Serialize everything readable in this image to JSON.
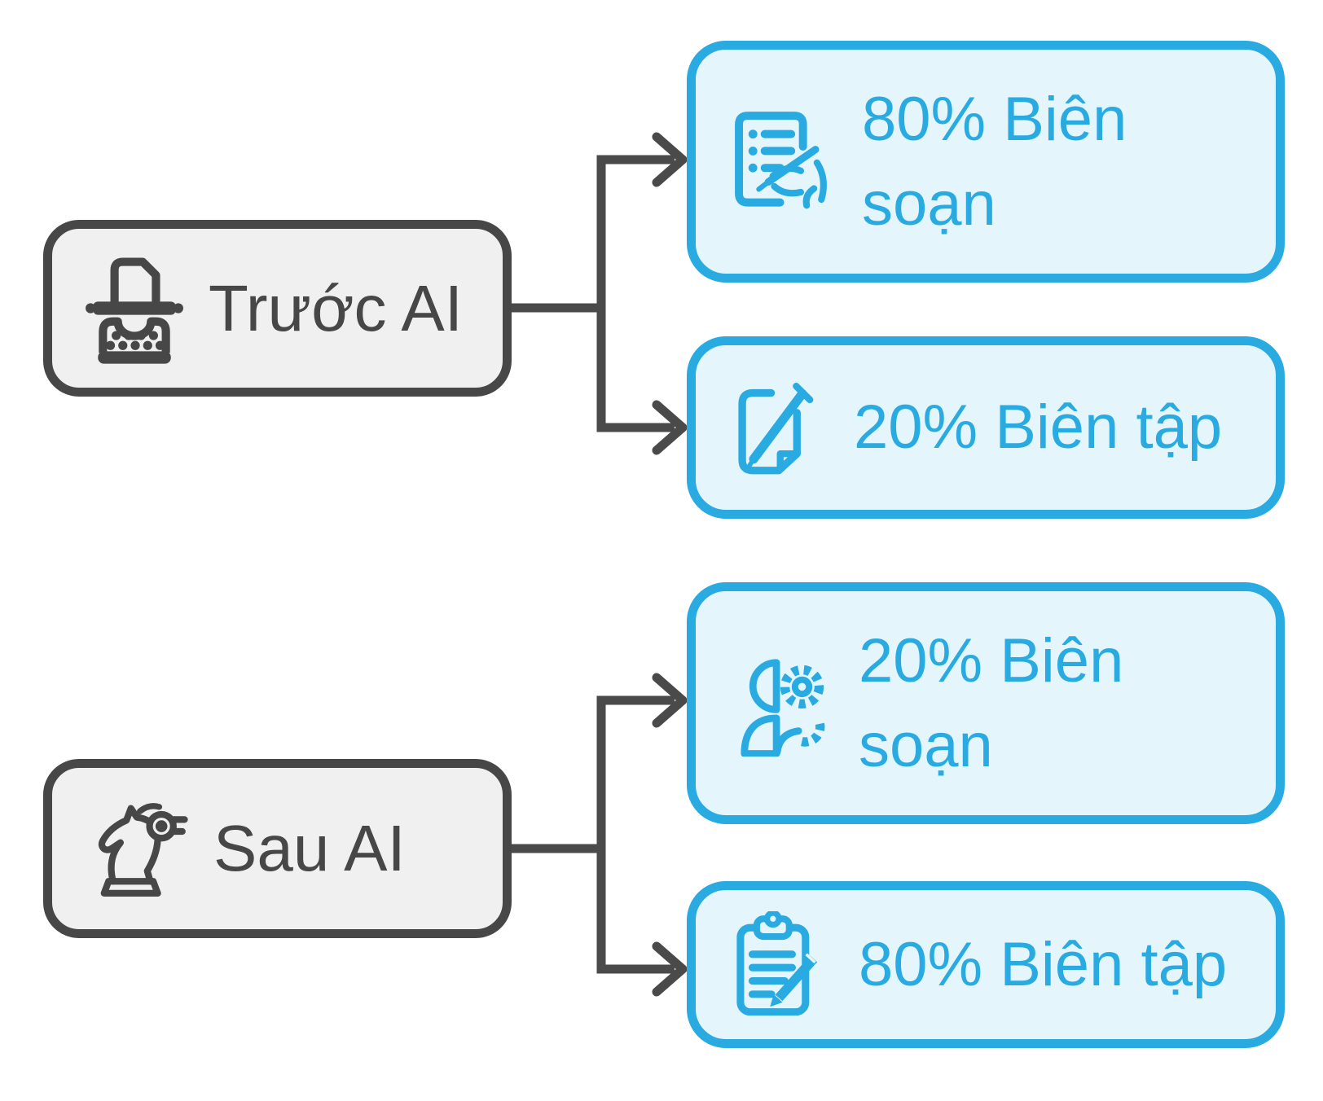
{
  "left_nodes": [
    {
      "label": "Trước AI",
      "icon": "typewriter-icon"
    },
    {
      "label": "Sau AI",
      "icon": "chess-knight-gear-icon"
    }
  ],
  "right_nodes": [
    {
      "label": "80% Biên soạn",
      "label_lines": [
        "80% Biên",
        "soạn"
      ],
      "icon": "document-writing-hand-icon"
    },
    {
      "label": "20% Biên tập",
      "label_lines": [
        "20% Biên tập"
      ],
      "icon": "document-pen-icon"
    },
    {
      "label": "20% Biên soạn",
      "label_lines": [
        "20% Biên",
        "soạn"
      ],
      "icon": "person-gear-icon"
    },
    {
      "label": "80% Biên tập",
      "label_lines": [
        "80% Biên tập"
      ],
      "icon": "clipboard-pencil-icon"
    }
  ],
  "connections": [
    {
      "from": "Trước AI",
      "to": "80% Biên soạn"
    },
    {
      "from": "Trước AI",
      "to": "20% Biên tập"
    },
    {
      "from": "Sau AI",
      "to": "20% Biên soạn"
    },
    {
      "from": "Sau AI",
      "to": "80% Biên tập"
    }
  ],
  "colors": {
    "accent_blue": "#29abe2",
    "node_fill_blue": "#e4f6fc",
    "node_border_gray": "#474747",
    "node_fill_gray": "#f0f0f0",
    "connector_gray": "#4a4a4a",
    "background": "#ffffff"
  }
}
